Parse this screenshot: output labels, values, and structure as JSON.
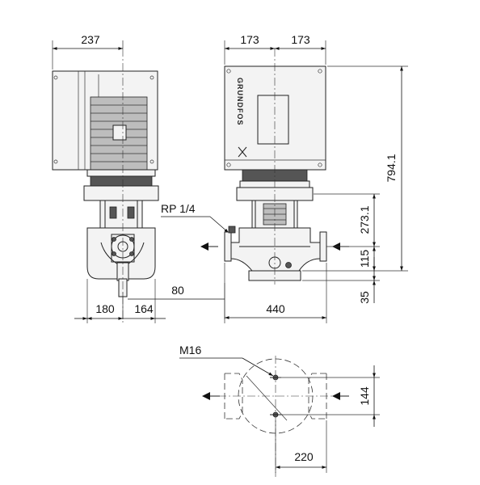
{
  "dimensions": {
    "width_motor": "237",
    "half_width_left": "173",
    "half_width_right": "173",
    "total_height": "794.1",
    "height_upper": "273.1",
    "height_lower": "115",
    "base_height": "35",
    "port_offset": "80",
    "foot_left": "180",
    "foot_right": "164",
    "port_to_port": "440",
    "bolt_spacing": "144",
    "foot_spacing": "220"
  },
  "labels": {
    "port_thread": "RP 1/4",
    "bolt_size": "M16",
    "brand": "GRUNDFOS"
  },
  "icons": {
    "flow_left": "arrow-left-icon",
    "flow_right": "arrow-left-icon",
    "logo": "grundfos-x-logo-icon"
  },
  "colors": {
    "line": "#222222",
    "background": "#ffffff"
  }
}
